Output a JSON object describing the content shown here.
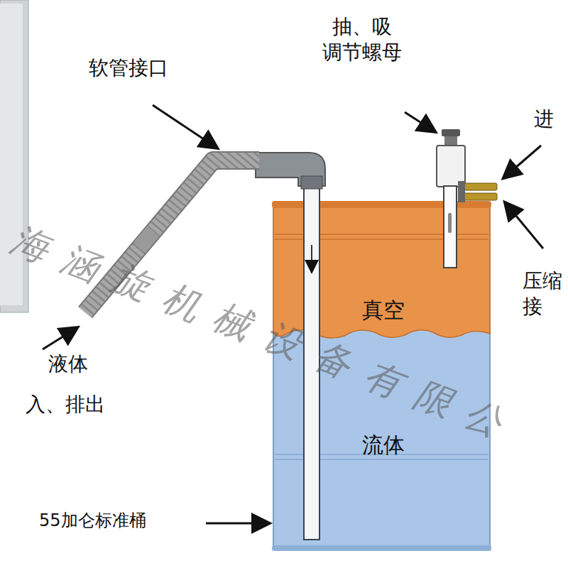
{
  "diagram": {
    "nodes": [
      {
        "text": [
          "真空"
        ]
      },
      {
        "text": [
          "流体"
        ]
      }
    ],
    "labels": [
      "软管接口",
      "抽、吸 调节螺母",
      "进",
      "压缩 接",
      "液体",
      "入、排出",
      "海涵旋机械设备有限公",
      "55加仑标准桶"
    ]
  }
}
